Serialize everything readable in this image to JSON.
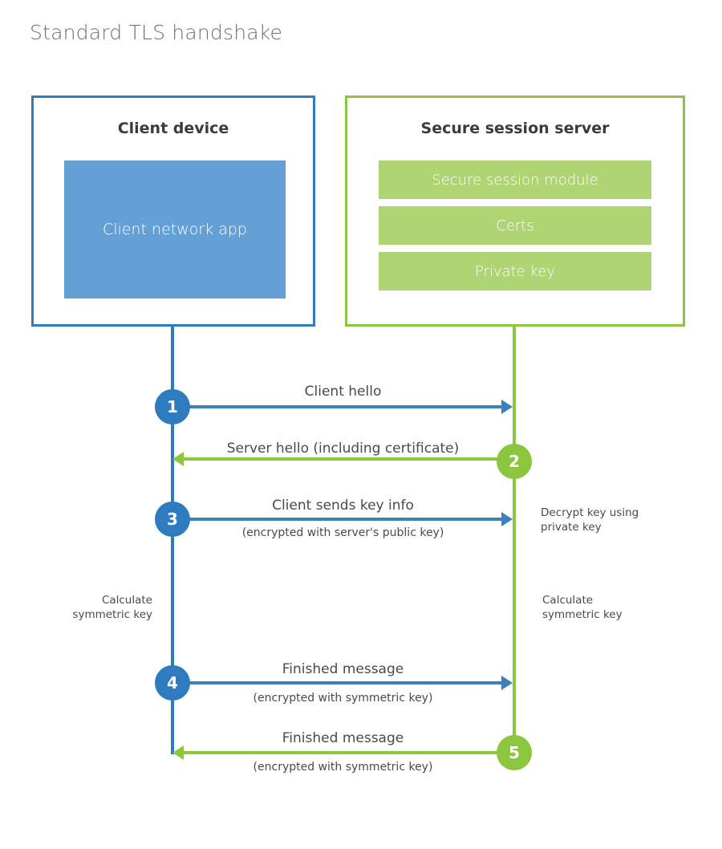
{
  "title": "Standard TLS handshake",
  "colors": {
    "client_blue": "#2e7cbf",
    "client_app_fill": "#64a0d6",
    "server_green": "#8cc63e",
    "server_bar_fill": "#afd473",
    "arrow_blue": "#3a81bd",
    "text_dark": "#4a4a4a",
    "title_gray": "#6f6f6f"
  },
  "client": {
    "title": "Client device",
    "app_label": "Client network app"
  },
  "server": {
    "title": "Secure session server",
    "bars": [
      {
        "label": "Secure session module"
      },
      {
        "label": "Certs"
      },
      {
        "label": "Private key"
      }
    ]
  },
  "steps": [
    {
      "number": "1",
      "side": "client",
      "direction": "right",
      "label": "Client hello",
      "sublabel": ""
    },
    {
      "number": "2",
      "side": "server",
      "direction": "left",
      "label": "Server hello (including certificate)",
      "sublabel": ""
    },
    {
      "number": "3",
      "side": "client",
      "direction": "right",
      "label": "Client sends key info",
      "sublabel": "(encrypted with server's public key)"
    },
    {
      "number": "4",
      "side": "client",
      "direction": "right",
      "label": "Finished message",
      "sublabel": "(encrypted with symmetric key)"
    },
    {
      "number": "5",
      "side": "server",
      "direction": "left",
      "label": "Finished message",
      "sublabel": "(encrypted with symmetric key)"
    }
  ],
  "annotations": {
    "decrypt_note": "Decrypt key using\nprivate key",
    "client_calc_note": "Calculate\nsymmetric key",
    "server_calc_note": "Calculate\nsymmetric key"
  }
}
